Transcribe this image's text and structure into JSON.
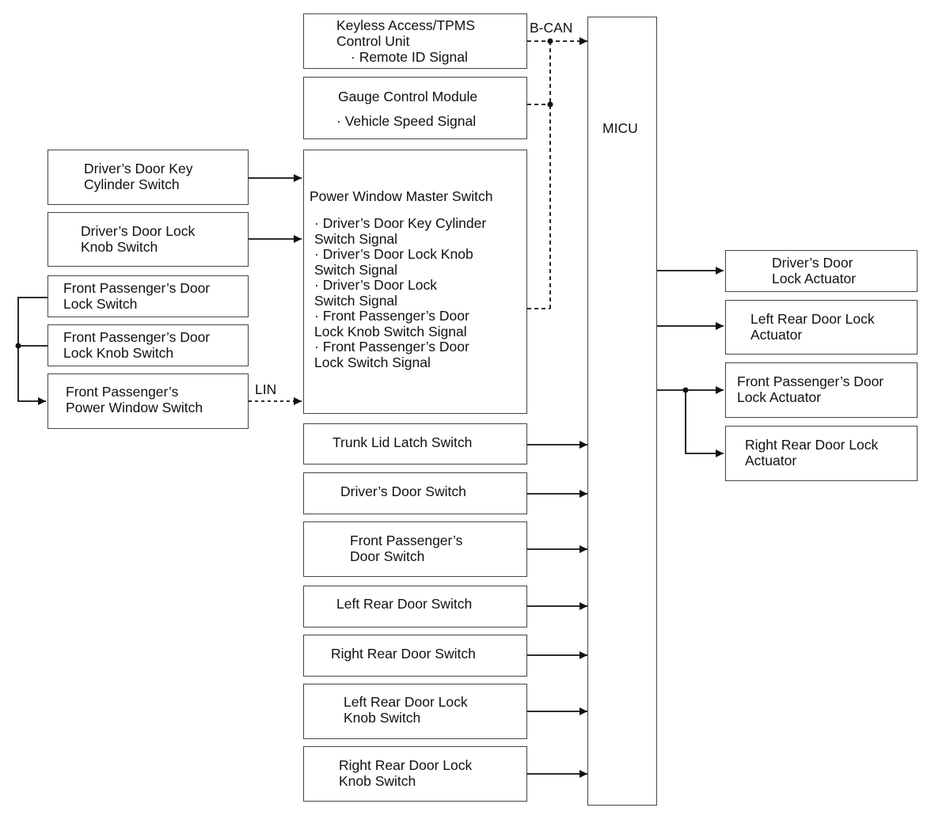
{
  "wire_labels": {
    "bcan": "B-CAN",
    "lin": "LIN"
  },
  "inputs_left": {
    "key_cyl": "Driver’s Door Key\nCylinder Switch",
    "lock_knob": "Driver’s Door Lock\nKnob Switch",
    "fp_lock": "Front Passenger’s Door\nLock Switch",
    "fp_knob": "Front Passenger’s Door\nLock Knob Switch",
    "fp_pw": "Front Passenger’s\nPower Window Switch"
  },
  "modules": {
    "keyless_title": "Keyless Access/TPMS\nControl Unit",
    "keyless_signal": "· Remote ID Signal",
    "gauge_title": "Gauge Control Module",
    "gauge_signal": "· Vehicle Speed Signal",
    "pwm_title": "Power Window Master Switch",
    "pwm_signals": "· Driver’s Door Key Cylinder\nSwitch Signal\n· Driver’s Door Lock Knob\nSwitch Signal\n· Driver’s Door Lock\nSwitch Signal\n· Front Passenger’s Door\nLock Knob Switch Signal\n· Front Passenger’s Door\nLock Switch Signal"
  },
  "switches": {
    "trunk": "Trunk Lid Latch Switch",
    "drv_door": "Driver’s Door Switch",
    "fp_door": "Front Passenger’s\nDoor Switch",
    "lr_door": "Left Rear Door Switch",
    "rr_door": "Right Rear Door Switch",
    "lr_knob": "Left Rear Door Lock\nKnob Switch",
    "rr_knob": "Right Rear Door Lock\nKnob Switch"
  },
  "micu": "MICU",
  "actuators": {
    "drv": "Driver’s Door\nLock Actuator",
    "lr": "Left Rear Door Lock\nActuator",
    "fp": "Front Passenger’s Door\nLock Actuator",
    "rr": "Right Rear Door Lock\nActuator"
  }
}
